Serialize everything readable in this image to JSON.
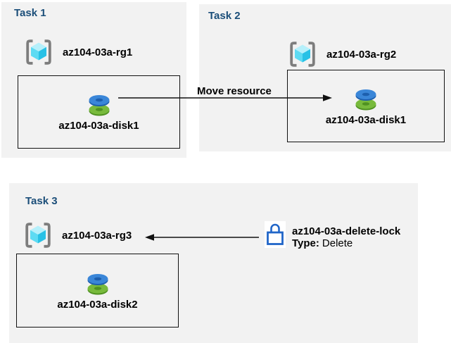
{
  "diagram": {
    "task1": {
      "title": "Task 1",
      "resource_group": "az104-03a-rg1",
      "disk": "az104-03a-disk1"
    },
    "task2": {
      "title": "Task 2",
      "resource_group": "az104-03a-rg2",
      "disk": "az104-03a-disk1"
    },
    "task3": {
      "title": "Task 3",
      "resource_group": "az104-03a-rg3",
      "disk": "az104-03a-disk2",
      "lock": {
        "name": "az104-03a-delete-lock",
        "type_label": "Type:",
        "type_value": "Delete"
      }
    },
    "move_arrow_label": "Move resource"
  },
  "colors": {
    "task_bg": "#f2f2f2",
    "task_title": "#1b4e79",
    "border_black": "#111111",
    "bracket_gray": "#7d7d7d",
    "cube_top": "#b6f0fb",
    "cube_left": "#5ddbf3",
    "cube_right": "#28c1e6",
    "disk_blue": "#3a86d8",
    "disk_blue_dark": "#1d5fae",
    "disk_green": "#78ba3c",
    "disk_green_dark": "#4f9121",
    "lock_blue": "#2065c8"
  }
}
